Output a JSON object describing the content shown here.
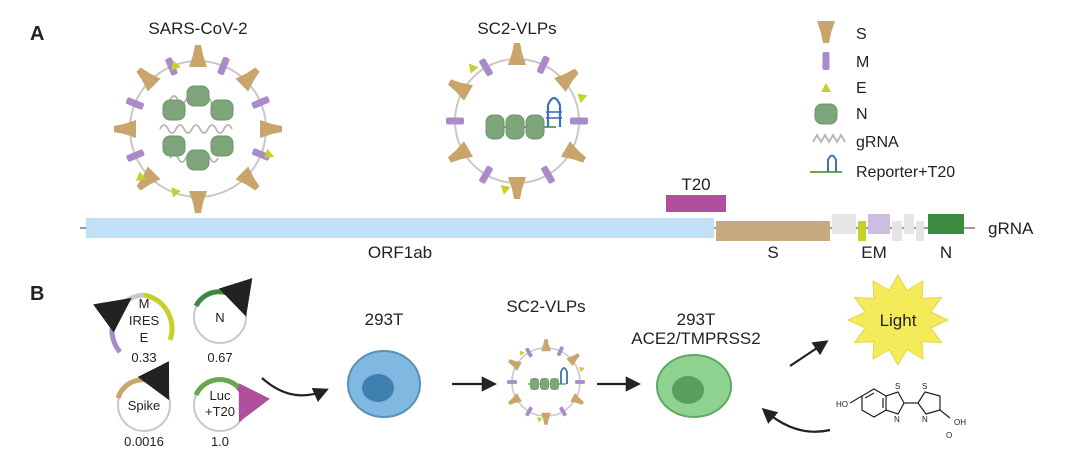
{
  "panels": {
    "a": "A",
    "b": "B"
  },
  "particles": {
    "virus": "SARS-CoV-2",
    "vlp": "SC2-VLPs"
  },
  "legend": [
    {
      "label": "S",
      "icon": "spike-icon",
      "color": "#c9a46b"
    },
    {
      "label": "M",
      "icon": "membrane-protein-icon",
      "color": "#a98bc9"
    },
    {
      "label": "E",
      "icon": "envelope-protein-icon",
      "color": "#c7cf2a"
    },
    {
      "label": "N",
      "icon": "nucleocapsid-icon",
      "color": "#7fa57a"
    },
    {
      "label": "gRNA",
      "icon": "grna-icon",
      "color": "#b5b5b5"
    },
    {
      "label": "Reporter+T20",
      "icon": "reporter-icon",
      "color": "#3f72b8"
    }
  ],
  "genome": {
    "label": "gRNA",
    "segments": [
      {
        "name": "ORF1ab",
        "color": "#bfe0f5"
      },
      {
        "name": "S",
        "color": "#c9aa80"
      },
      {
        "name": "EM",
        "color": "#cdbde0"
      },
      {
        "name": "N",
        "color": "#3a8a3f"
      }
    ],
    "insert": {
      "name": "T20",
      "color": "#b04f9e"
    }
  },
  "plasmids": [
    {
      "lines": [
        "M",
        "IRES",
        "E"
      ],
      "ratio": "0.33"
    },
    {
      "lines": [
        "N"
      ],
      "ratio": "0.67"
    },
    {
      "lines": [
        "Spike"
      ],
      "ratio": "0.0016"
    },
    {
      "lines": [
        "Luc",
        "+T20"
      ],
      "ratio": "1.0"
    }
  ],
  "cells": {
    "producer": "293T",
    "vlp": "SC2-VLPs",
    "receiver_line1": "293T",
    "receiver_line2": "ACE2/TMPRSS2",
    "output": "Light"
  },
  "substrate": {
    "ho": "HO",
    "s": "S",
    "n": "N",
    "oh": "OH",
    "o": "O"
  },
  "colors": {
    "producer_cell": "#7fb8e0",
    "receiver_cell": "#8fd191",
    "light": "#f4ea5a"
  }
}
